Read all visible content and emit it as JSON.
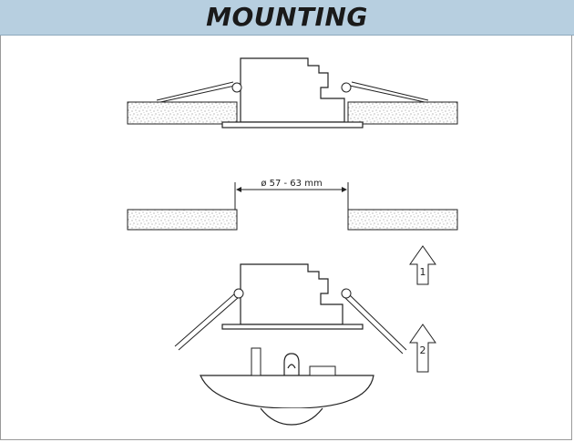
{
  "header": {
    "title": "MOUNTING"
  },
  "diagram": {
    "dimension_label": "ø 57 - 63 mm",
    "step_1": "1",
    "step_2": "2"
  }
}
